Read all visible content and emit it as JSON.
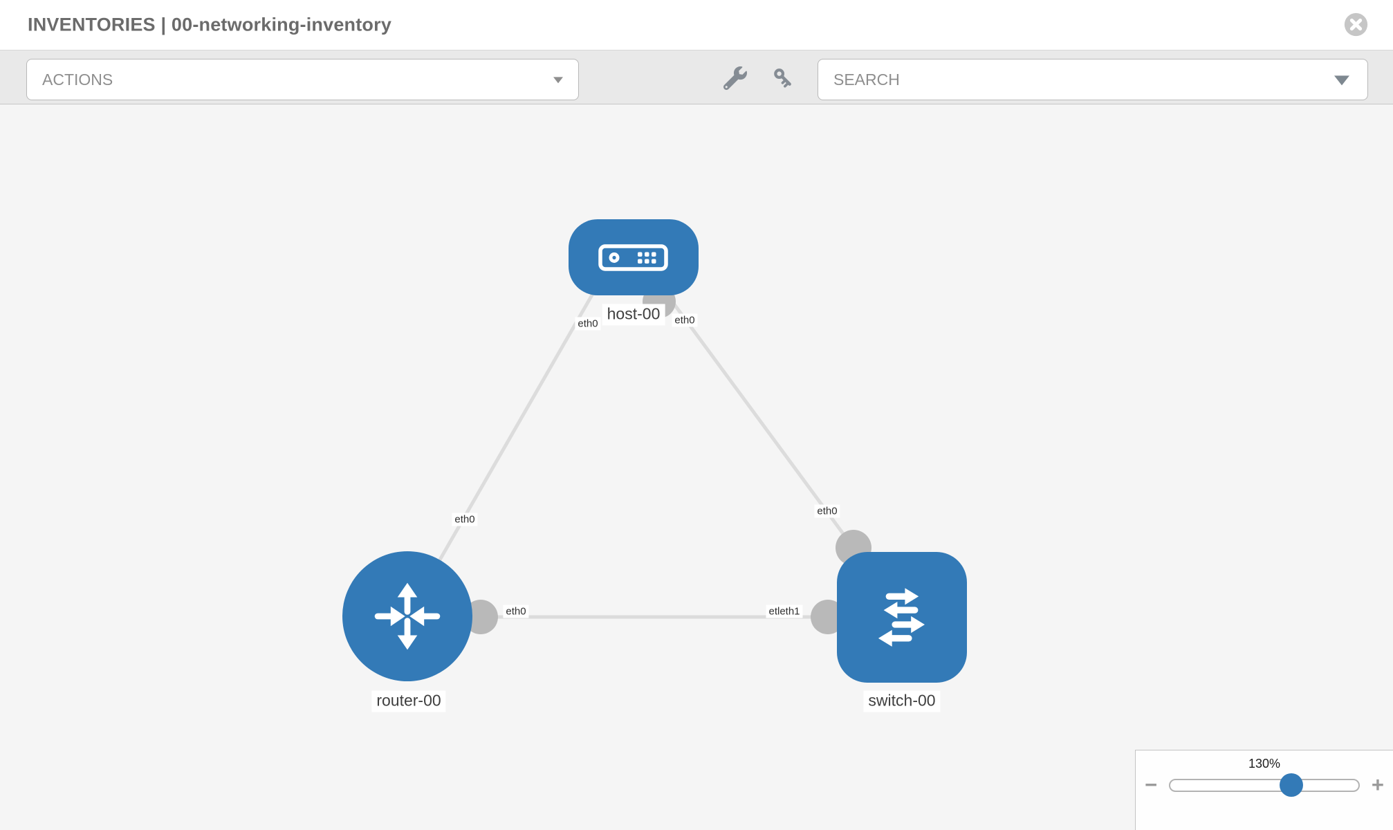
{
  "header": {
    "title": "INVENTORIES | 00-networking-inventory"
  },
  "toolbar": {
    "actions_label": "ACTIONS",
    "search_label": "SEARCH",
    "icons": [
      "wrench-icon",
      "key-icon"
    ]
  },
  "topology": {
    "nodes": [
      {
        "label": "host-00",
        "type": "host",
        "icon": "server-icon"
      },
      {
        "label": "router-00",
        "type": "router",
        "icon": "router-arrows-icon"
      },
      {
        "label": "switch-00",
        "type": "switch",
        "icon": "switch-arrows-icon"
      }
    ],
    "links": [
      {
        "from": "host-00",
        "to": "router-00"
      },
      {
        "from": "host-00",
        "to": "switch-00"
      },
      {
        "from": "router-00",
        "to": "switch-00"
      }
    ],
    "interface_labels": [
      {
        "on": "host-00-left",
        "text": "eth0"
      },
      {
        "on": "host-00-right",
        "text": "eth0"
      },
      {
        "on": "router-00-top",
        "text": "eth0"
      },
      {
        "on": "switch-00-top",
        "text": "eth0"
      },
      {
        "on": "router-switch-link-near-router",
        "text": "eth0"
      },
      {
        "on": "router-switch-link-near-switch",
        "text": "etleth1"
      }
    ]
  },
  "zoom_control": {
    "value": "130%",
    "minus_label": "−",
    "plus_label": "+"
  },
  "colors": {
    "node_blue": "#337ab7",
    "link_gray": "#dcdcdc",
    "interface_gray": "#b9b9b9",
    "canvas_bg": "#f5f5f5",
    "toolbar_bg": "#e9e9e9",
    "title_gray": "#6b6b6b",
    "icon_gray": "#858c94"
  }
}
